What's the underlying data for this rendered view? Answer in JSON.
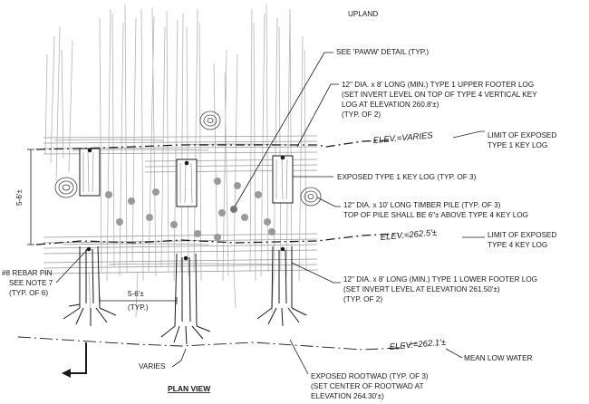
{
  "title": "PLAN VIEW",
  "upland": "UPLAND",
  "labels": {
    "paww": "SEE 'PAWW' DETAIL (TYP.)",
    "upper_log": [
      "12\" DIA. x 8' LONG (MIN.) TYPE 1 UPPER FOOTER LOG",
      "(SET INVERT LEVEL ON TOP OF TYPE 4 VERTICAL KEY",
      "LOG AT ELEVATION 260.8'±)",
      "(TYP. OF 2)"
    ],
    "limit_type1": [
      "LIMIT OF EXPOSED",
      "TYPE 1 KEY LOG"
    ],
    "exposed_key": "EXPOSED TYPE 1 KEY LOG (TYP. OF 3)",
    "timber_pile": [
      "12\" DIA. x 10' LONG TIMBER PILE (TYP. OF 3)",
      "TOP OF PILE SHALL BE 6\"± ABOVE TYPE 4 KEY LOG"
    ],
    "limit_type4": [
      "LIMIT OF EXPOSED",
      "TYPE 4 KEY LOG"
    ],
    "lower_log": [
      "12\" DIA. x 8' LONG (MIN.) TYPE 1 LOWER FOOTER LOG",
      "(SET INVERT LEVEL AT ELEVATION 261.50'±)",
      "(TYP. OF 2)"
    ],
    "rebar": [
      "#8 REBAR PIN",
      "SEE NOTE 7",
      "(TYP. OF 6)"
    ],
    "mean_low_water": "MEAN LOW WATER",
    "varies": "VARIES",
    "rootwad": [
      "EXPOSED ROOTWAD (TYP. OF 3)",
      "(SET CENTER OF ROOTWAD AT",
      "ELEVATION 264.30'±)"
    ]
  },
  "elevations": {
    "top": "ELEV.=VARIES",
    "mid": "ELEV.=262.5'±",
    "low": "ELEV.=262.1'±"
  },
  "dimensions": {
    "vertical": "5-6'±",
    "spacing": [
      "5-6'±",
      "(TYP.)"
    ]
  },
  "colors": {
    "line": "#1a1a1a",
    "light": "#b4b4b4",
    "pile": "#9a9a9a"
  }
}
